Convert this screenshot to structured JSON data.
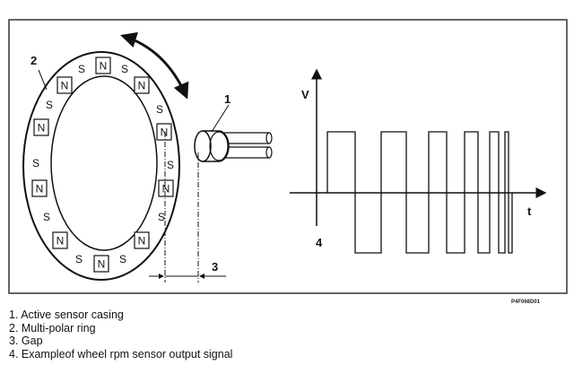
{
  "diagram": {
    "callouts": {
      "sensor": "1",
      "ring": "2",
      "gap": "3",
      "signal": "4"
    },
    "axis_v": "V",
    "axis_t": "t",
    "pole_n": "N",
    "pole_s": "S",
    "figure_code": "P4F068D01"
  },
  "legend": [
    "1. Active sensor casing",
    "2. Multi-polar ring",
    "3. Gap",
    "4. Exampleof wheel rpm sensor output signal"
  ]
}
